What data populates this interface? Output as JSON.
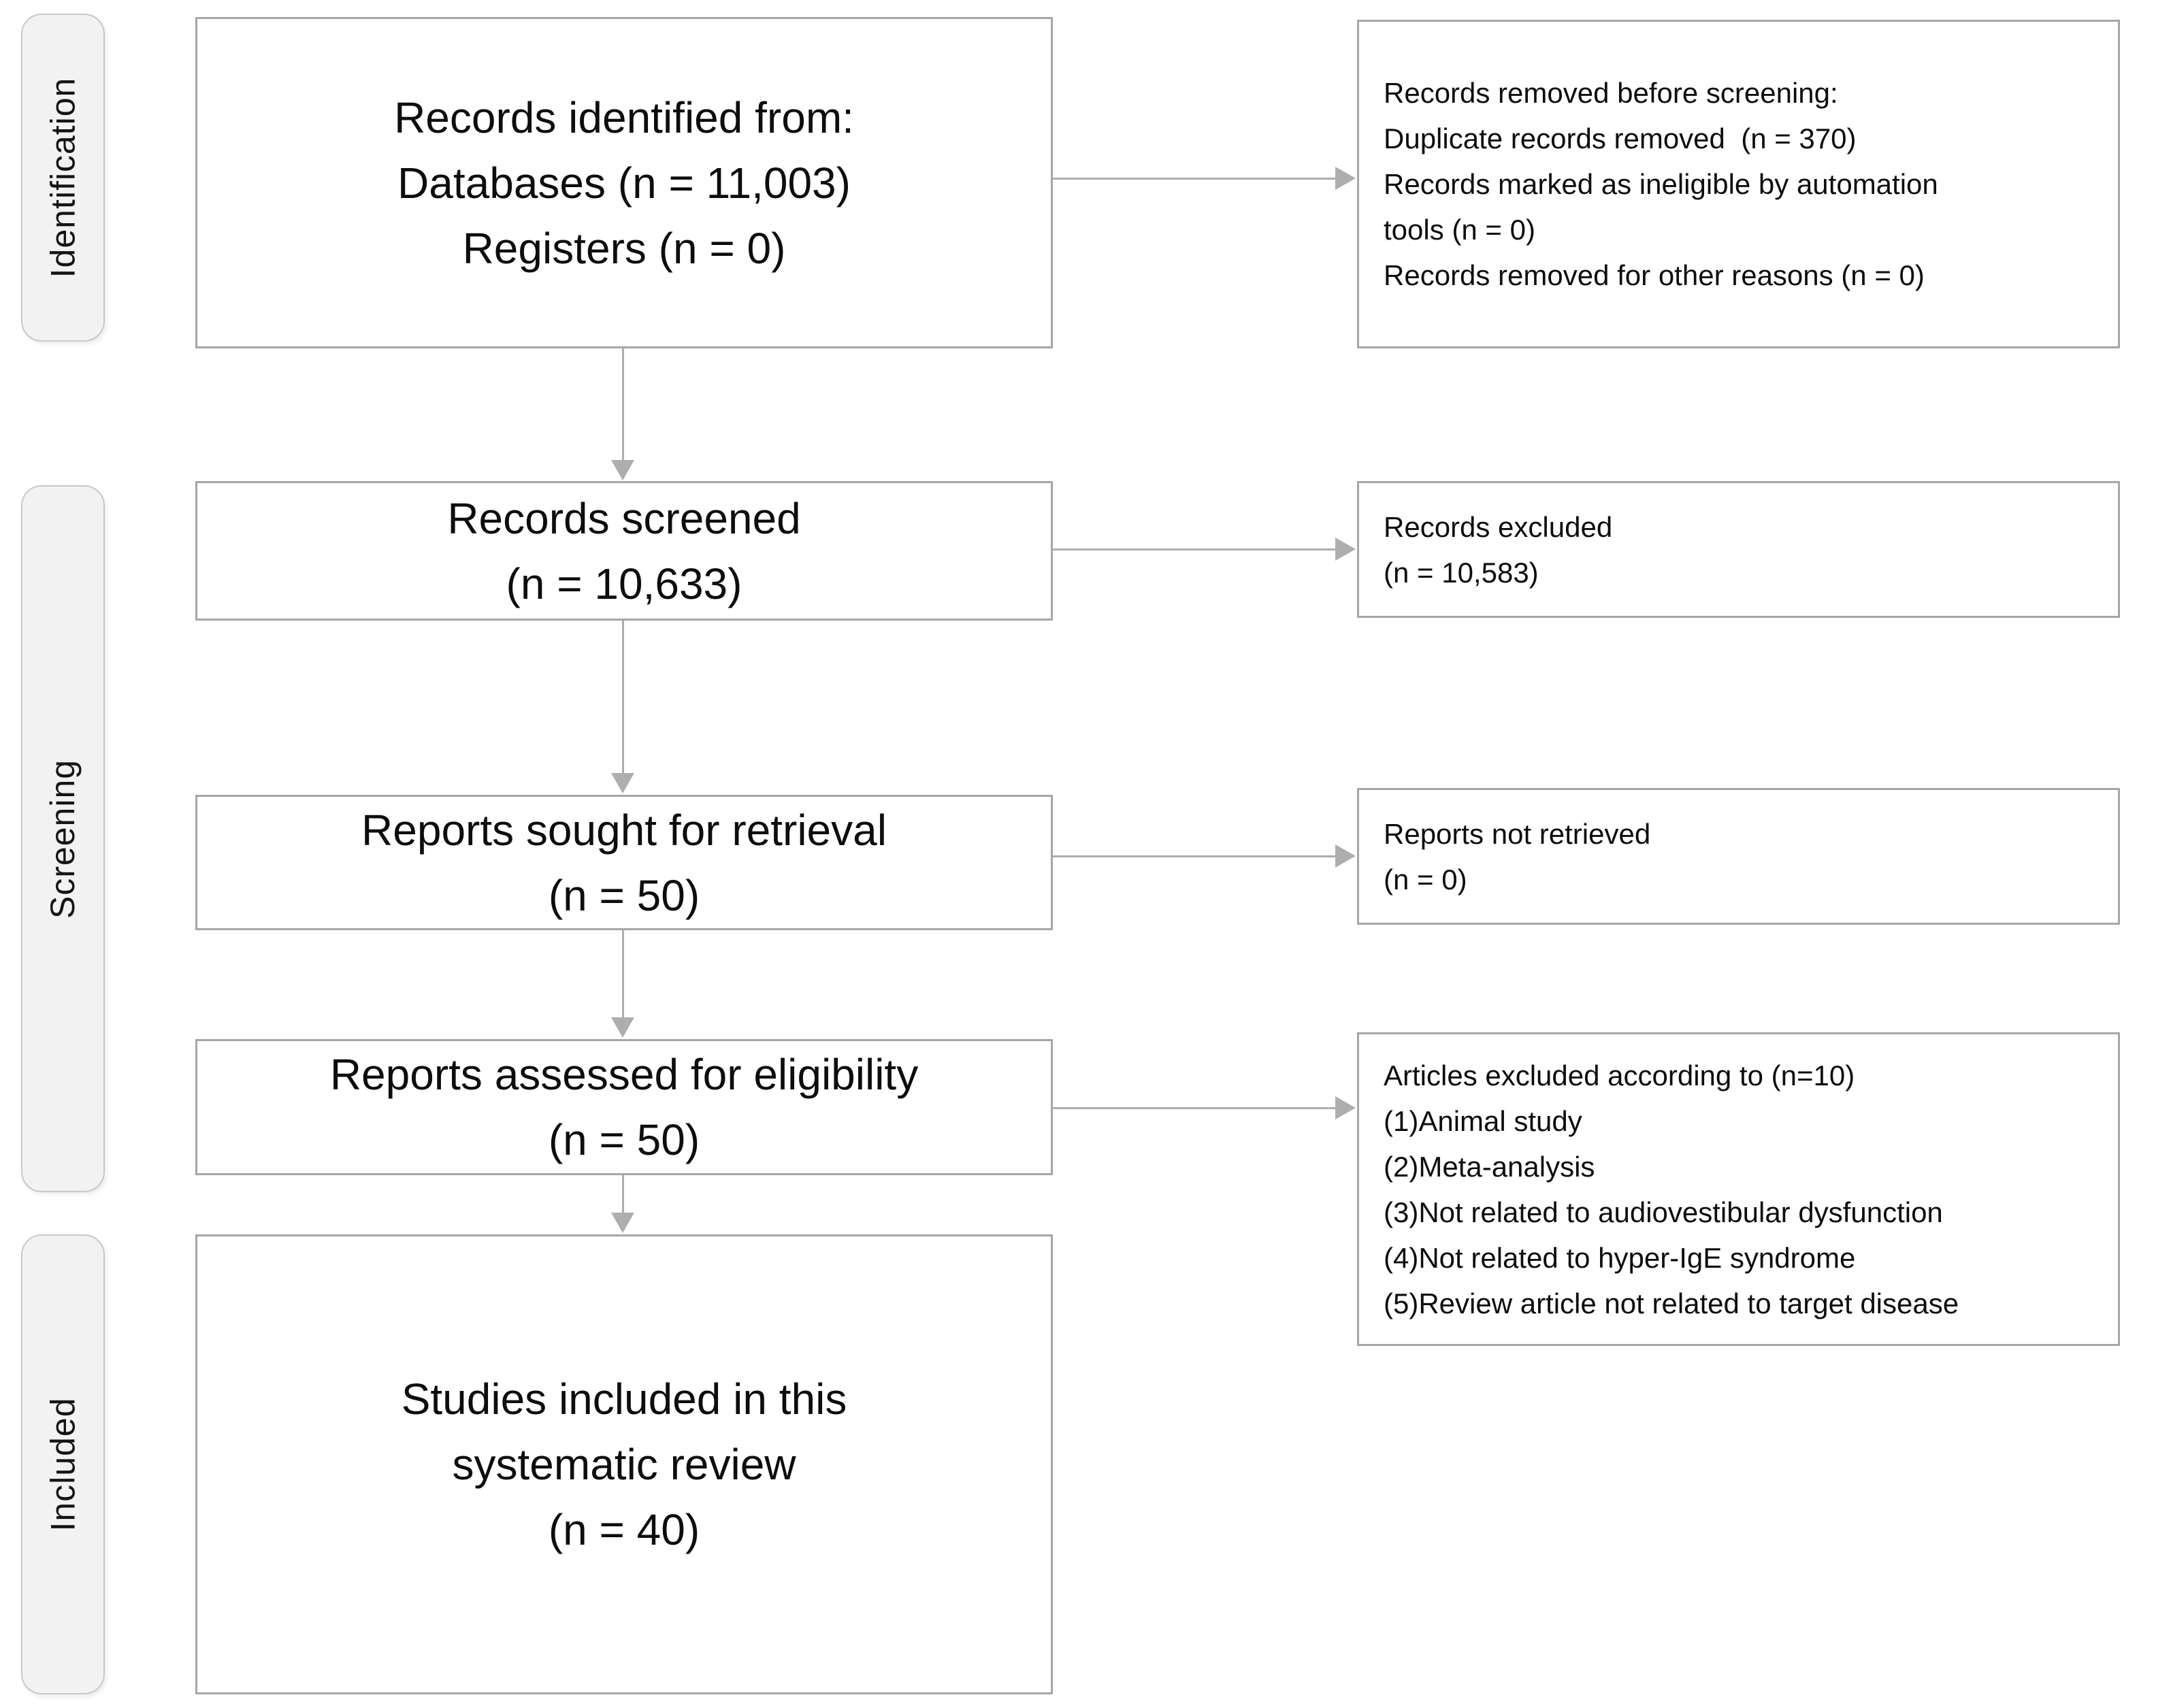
{
  "stages": [
    {
      "label": "Identification"
    },
    {
      "label": "Screening"
    },
    {
      "label": "Included"
    }
  ],
  "flow_boxes": [
    {
      "lines": [
        "Records identified from:",
        "Databases (n = 11,003)",
        "Registers (n = 0)"
      ]
    },
    {
      "lines": [
        "Records screened",
        "(n = 10,633)"
      ]
    },
    {
      "lines": [
        "Reports sought for retrieval",
        "(n = 50)"
      ]
    },
    {
      "lines": [
        "Reports assessed for eligibility",
        "(n = 50)"
      ]
    },
    {
      "lines": [
        "Studies included in this",
        "systematic review",
        "(n = 40)"
      ]
    }
  ],
  "side_boxes": [
    {
      "lines": [
        "Records removed before screening:",
        "Duplicate records removed  (n = 370)",
        "Records marked as ineligible by automation",
        "tools (n = 0)",
        "Records removed for other reasons (n = 0)"
      ]
    },
    {
      "lines": [
        "Records excluded",
        "(n = 10,583)"
      ]
    },
    {
      "lines": [
        "Reports not retrieved",
        "(n = 0)"
      ]
    },
    {
      "lines": [
        "Articles excluded according to (n=10)",
        "(1)Animal study",
        "(2)Meta-analysis",
        "(3)Not related to audiovestibular dysfunction",
        "(4)Not related to hyper-IgE syndrome",
        "(5)Review article not related to target disease"
      ]
    }
  ],
  "colors": {
    "box_border": "#a6a6a6",
    "stage_label_fill": "#f2f2f2",
    "stage_label_border": "#c9c9c9",
    "arrow": "#aeaeae",
    "text": "#0d0d0d"
  }
}
